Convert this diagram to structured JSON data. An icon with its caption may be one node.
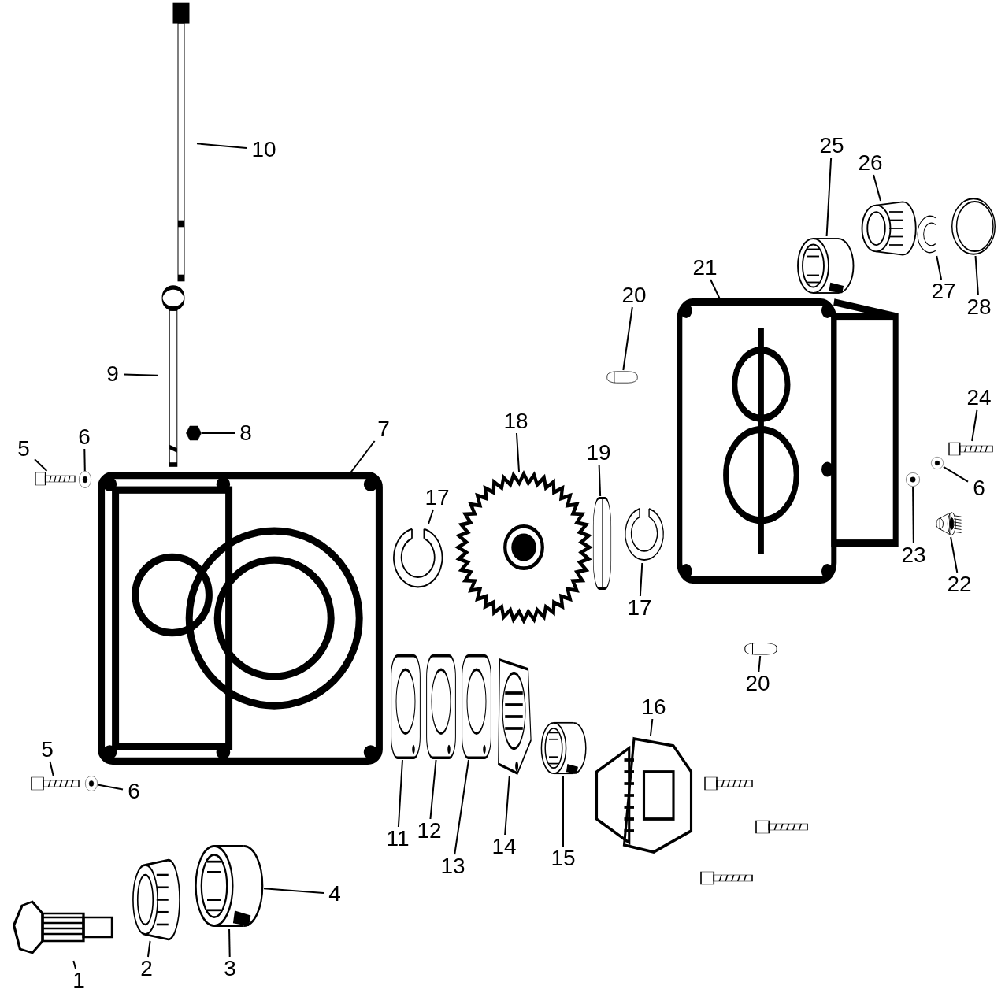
{
  "diagram": {
    "nodes": [
      {
        "text": [
          "25"
        ]
      },
      {
        "text": [
          "10"
        ]
      },
      {
        "text": [
          "26"
        ]
      },
      {
        "text": [
          "21"
        ]
      },
      {
        "text": [
          "20"
        ]
      },
      {
        "text": [
          "27"
        ]
      },
      {
        "text": [
          "28"
        ]
      },
      {
        "text": [
          "9"
        ]
      },
      {
        "text": [
          "24"
        ]
      },
      {
        "text": [
          "18"
        ]
      },
      {
        "text": [
          "7"
        ]
      },
      {
        "text": [
          "6"
        ]
      },
      {
        "text": [
          "8"
        ]
      },
      {
        "text": [
          "5"
        ]
      },
      {
        "text": [
          "19"
        ]
      },
      {
        "text": [
          "6"
        ]
      },
      {
        "text": [
          "17"
        ]
      },
      {
        "text": [
          "23"
        ]
      },
      {
        "text": [
          "22"
        ]
      },
      {
        "text": [
          "17"
        ]
      },
      {
        "text": [
          "20"
        ]
      },
      {
        "text": [
          "16"
        ]
      },
      {
        "text": [
          "5"
        ]
      },
      {
        "text": [
          "6"
        ]
      },
      {
        "text": [
          "12"
        ]
      },
      {
        "text": [
          "11"
        ]
      },
      {
        "text": [
          "14"
        ]
      },
      {
        "text": [
          "15"
        ]
      },
      {
        "text": [
          "13"
        ]
      },
      {
        "text": [
          "4"
        ]
      },
      {
        "text": [
          "2"
        ]
      },
      {
        "text": [
          "3"
        ]
      },
      {
        "text": [
          "1"
        ]
      },
      {
        "text": [],
        "shape": "picture"
      },
      {
        "text": [],
        "shape": "picture"
      },
      {
        "text": [],
        "shape": "picture"
      },
      {
        "text": [],
        "shape": "picture"
      },
      {
        "text": [],
        "shape": "picture"
      },
      {
        "text": [],
        "shape": "picture"
      },
      {
        "text": [],
        "shape": "picture"
      },
      {
        "text": [],
        "shape": "picture"
      },
      {
        "text": [],
        "shape": "picture"
      },
      {
        "text": [],
        "shape": "picture"
      },
      {
        "text": [],
        "shape": "picture"
      },
      {
        "text": [],
        "shape": "picture"
      },
      {
        "text": [],
        "shape": "picture"
      },
      {
        "text": [],
        "shape": "picture"
      },
      {
        "text": [],
        "shape": "picture"
      },
      {
        "text": [],
        "shape": "picture"
      },
      {
        "text": [],
        "shape": "picture"
      },
      {
        "text": [],
        "shape": "picture"
      },
      {
        "text": [],
        "shape": "picture"
      },
      {
        "text": [],
        "shape": "picture"
      },
      {
        "text": [],
        "shape": "picture"
      },
      {
        "text": [],
        "shape": "picture"
      },
      {
        "text": [],
        "shape": "picture"
      },
      {
        "text": [],
        "shape": "picture"
      },
      {
        "text": [],
        "shape": "picture"
      },
      {
        "text": [],
        "shape": "picture"
      },
      {
        "text": [],
        "shape": "picture"
      },
      {
        "text": [],
        "shape": "picture"
      },
      {
        "text": [],
        "shape": "picture"
      },
      {
        "text": [],
        "shape": "picture"
      },
      {
        "text": [],
        "shape": "picture"
      },
      {
        "text": [],
        "shape": "picture"
      }
    ],
    "edges": [
      {
        "from": 0,
        "to": 33,
        "arrow": "none"
      },
      {
        "from": 1,
        "to": 34,
        "arrow": "none"
      },
      {
        "from": 2,
        "to": 35,
        "arrow": "none"
      },
      {
        "from": 3,
        "to": 36,
        "arrow": "none"
      },
      {
        "from": 4,
        "to": 37,
        "arrow": "none"
      },
      {
        "from": 5,
        "to": 38,
        "arrow": "none"
      },
      {
        "from": 6,
        "to": 39,
        "arrow": "none"
      },
      {
        "from": 7,
        "to": 40,
        "arrow": "none"
      },
      {
        "from": 8,
        "to": 41,
        "arrow": "none"
      },
      {
        "from": 9,
        "to": 42,
        "arrow": "none"
      },
      {
        "from": 10,
        "to": 43,
        "arrow": "none"
      },
      {
        "from": 11,
        "to": 44,
        "arrow": "none"
      },
      {
        "from": 12,
        "to": 45,
        "arrow": "none"
      },
      {
        "from": 13,
        "to": 46,
        "arrow": "none"
      },
      {
        "from": 14,
        "to": 47,
        "arrow": "none"
      },
      {
        "from": 15,
        "to": 48,
        "arrow": "none"
      },
      {
        "from": 16,
        "to": 49,
        "arrow": "none"
      },
      {
        "from": 17,
        "to": 50,
        "arrow": "none"
      },
      {
        "from": 18,
        "to": 51,
        "arrow": "none"
      },
      {
        "from": 19,
        "to": 52,
        "arrow": "none"
      },
      {
        "from": 20,
        "to": 53,
        "arrow": "none"
      },
      {
        "from": 21,
        "to": 54,
        "arrow": "none"
      },
      {
        "from": 22,
        "to": 55,
        "arrow": "none"
      },
      {
        "from": 23,
        "to": 56,
        "arrow": "none"
      },
      {
        "from": 24,
        "to": 57,
        "arrow": "none"
      },
      {
        "from": 25,
        "to": 58,
        "arrow": "none"
      },
      {
        "from": 26,
        "to": 59,
        "arrow": "none"
      },
      {
        "from": 27,
        "to": 60,
        "arrow": "none"
      },
      {
        "from": 28,
        "to": 61,
        "arrow": "none"
      },
      {
        "from": 29,
        "to": 63,
        "arrow": "none"
      },
      {
        "from": 30,
        "to": 62,
        "arrow": "none"
      },
      {
        "from": 31,
        "to": 63,
        "arrow": "none"
      },
      {
        "from": 32,
        "to": 64,
        "arrow": "none"
      }
    ]
  }
}
